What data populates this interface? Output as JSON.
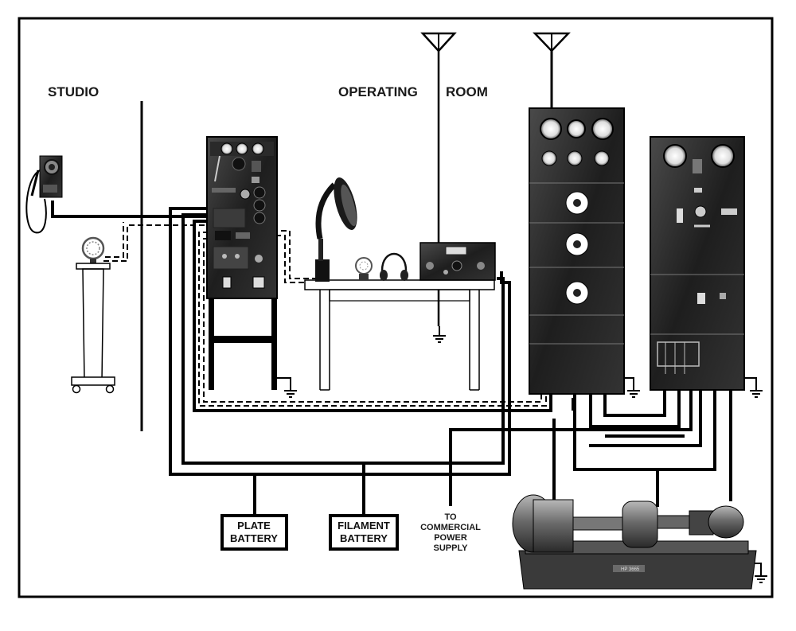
{
  "labels": {
    "studio": "STUDIO",
    "operating_room": "OPERATING",
    "operating_room_2": "ROOM"
  },
  "boxes": {
    "plate_battery": [
      "PLATE",
      "BATTERY"
    ],
    "filament_battery": [
      "FILAMENT",
      "BATTERY"
    ]
  },
  "power_supply": [
    "TO",
    "COMMERCIAL",
    "POWER",
    "SUPPLY"
  ],
  "motor_plate": "HP 3665"
}
